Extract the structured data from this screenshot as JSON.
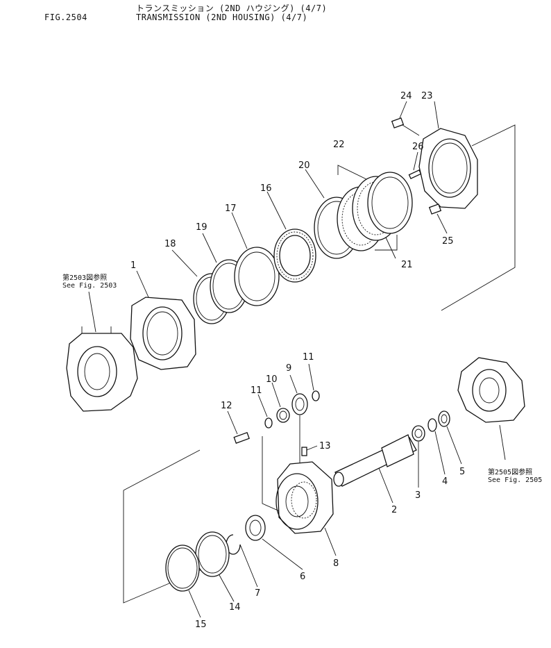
{
  "header": {
    "fig_id": "FIG.2504",
    "title_jp": "トランスミッション (2ND ハウジング) (4/7)",
    "title_en": "TRANSMISSION (2ND HOUSING) (4/7)"
  },
  "refs": {
    "left_jp": "第2503図参照",
    "left_en": "See Fig. 2503",
    "right_jp": "第2505図参照",
    "right_en": "See Fig. 2505"
  },
  "callouts": [
    "1",
    "2",
    "3",
    "4",
    "5",
    "6",
    "7",
    "8",
    "9",
    "10",
    "11",
    "11",
    "12",
    "13",
    "14",
    "15",
    "16",
    "17",
    "18",
    "19",
    "20",
    "21",
    "22",
    "23",
    "24",
    "25",
    "26"
  ]
}
